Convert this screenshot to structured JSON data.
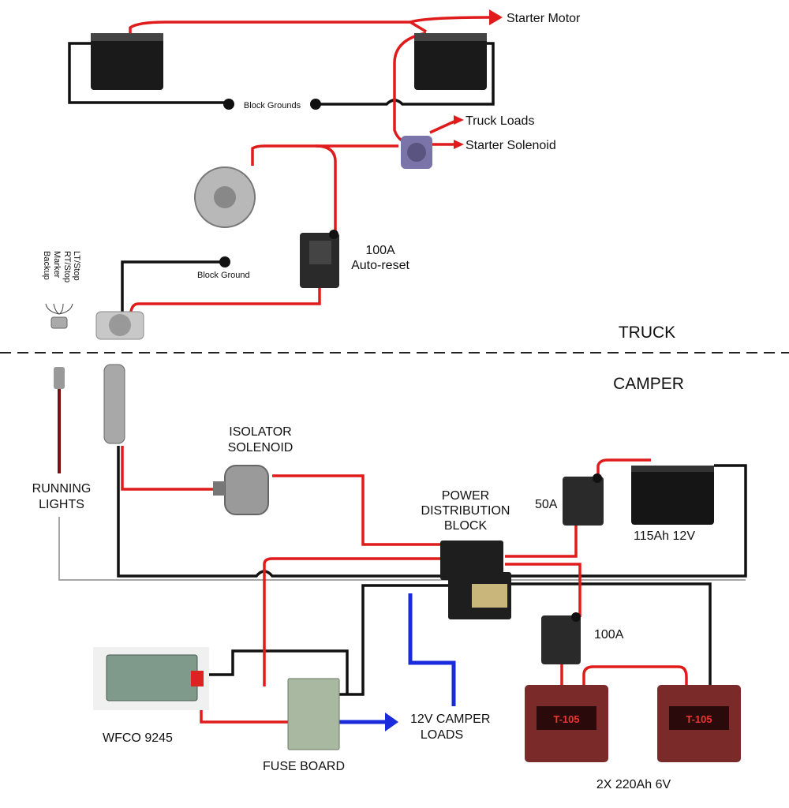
{
  "labels": {
    "starter_motor": "Starter Motor",
    "block_grounds": "Block Grounds",
    "truck_loads": "Truck Loads",
    "starter_solenoid": "Starter Solenoid",
    "breaker_100a_auto_1": "100A",
    "breaker_100a_auto_2": "Auto-reset",
    "block_ground": "Block Ground",
    "lt_stop": "LT/Stop",
    "rt_stop": "RT/Stop",
    "marker": "Marker",
    "backup": "Backup",
    "truck": "TRUCK",
    "camper": "CAMPER",
    "isolator_1": "ISOLATOR",
    "isolator_2": "SOLENOID",
    "running_1": "RUNNING",
    "running_2": "LIGHTS",
    "pdb_1": "POWER",
    "pdb_2": "DISTRIBUTION",
    "pdb_3": "BLOCK",
    "breaker_50a": "50A",
    "house_battery": "115Ah 12V",
    "breaker_100a": "100A",
    "wfco": "WFCO 9245",
    "fuse_board": "FUSE BOARD",
    "loads_1": "12V CAMPER",
    "loads_2": "LOADS",
    "trojan": "2X 220Ah 6V",
    "trojan_brand": "T-105"
  },
  "colors": {
    "positive": "#e01b1b",
    "ground": "#111111",
    "loads": "#1a2bdc",
    "running_lights": "#7a0f0f",
    "trojan": "#7b2a2a"
  }
}
